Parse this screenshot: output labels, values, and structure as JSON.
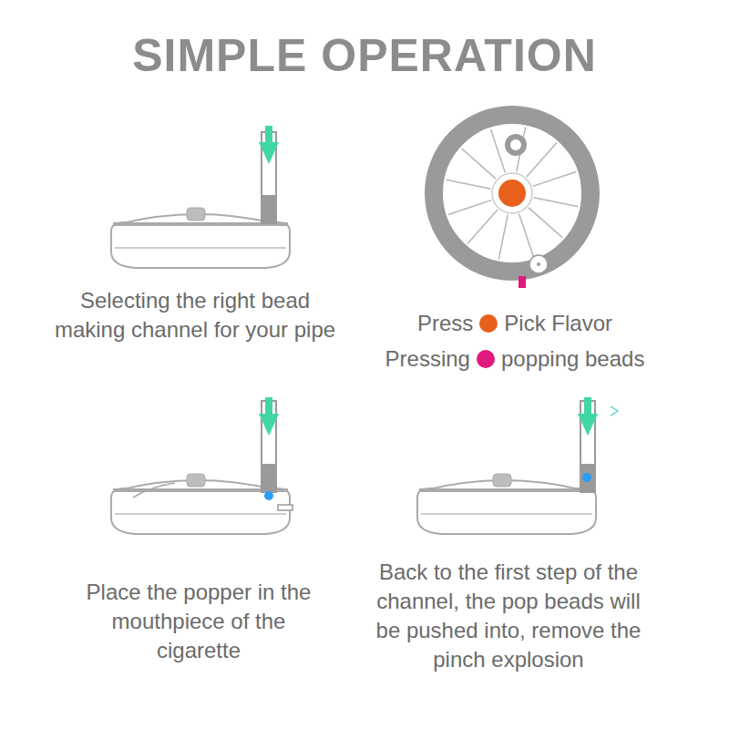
{
  "diagram": {
    "title": "SIMPLE OPERATION",
    "labels": [
      "Selecting the right bead making channel for your pipe",
      "Press",
      "Pick Flavor",
      "Pressing",
      "popping beads",
      "Place the popper in the mouthpiece of the cigarette",
      "Back to the first step of the channel, the pop beads will be pushed into, remove the pinch explosion"
    ]
  }
}
